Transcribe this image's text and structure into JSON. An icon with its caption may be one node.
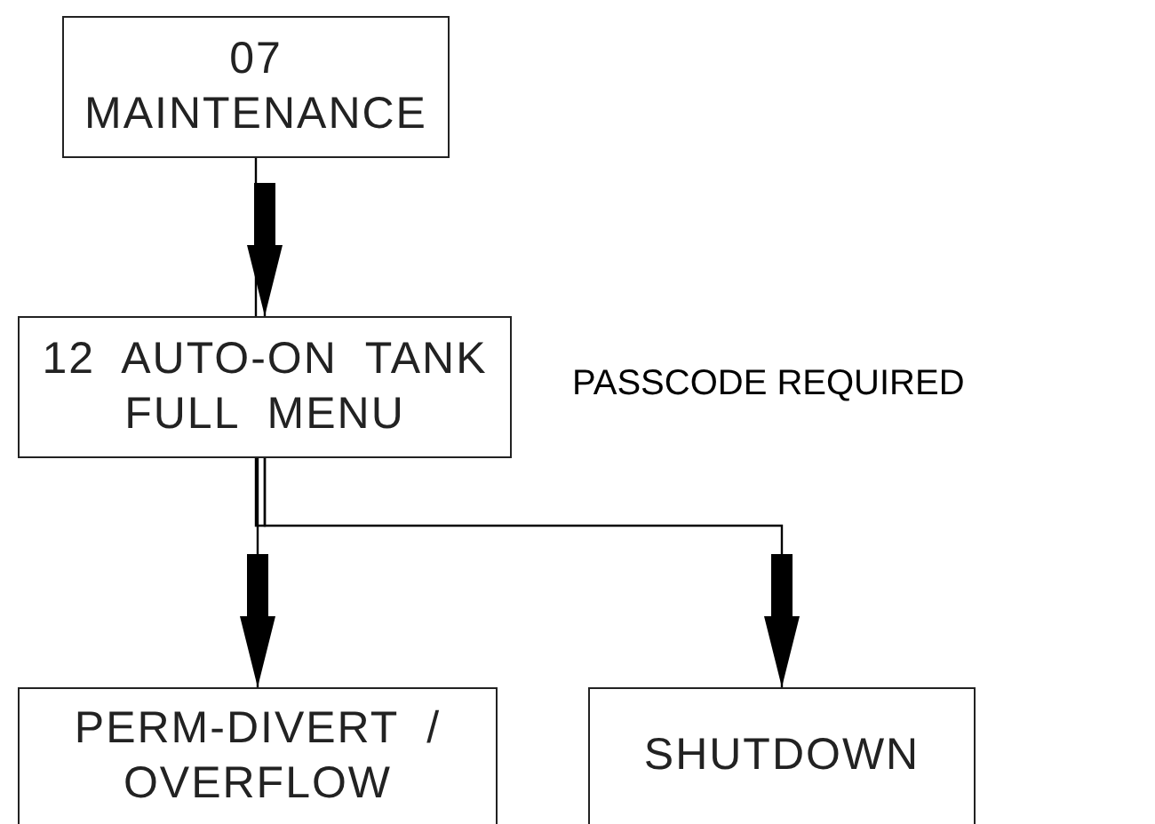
{
  "diagram": {
    "nodes": [
      {
        "text": [
          "07 MAINTENANCE"
        ]
      },
      {
        "text": [
          "12 AUTO-ON TANK FULL MENU"
        ]
      },
      {
        "text": [
          "PERM-DIVERT / OVERFLOW"
        ]
      },
      {
        "text": [
          "SHUTDOWN"
        ]
      }
    ],
    "edges": [
      {
        "from": 0,
        "to": 1,
        "arrow": "to"
      },
      {
        "from": 1,
        "to": 2,
        "arrow": "to"
      },
      {
        "from": 1,
        "to": 3,
        "arrow": "to"
      }
    ],
    "labels": [
      "PASSCODE REQUIRED"
    ]
  }
}
